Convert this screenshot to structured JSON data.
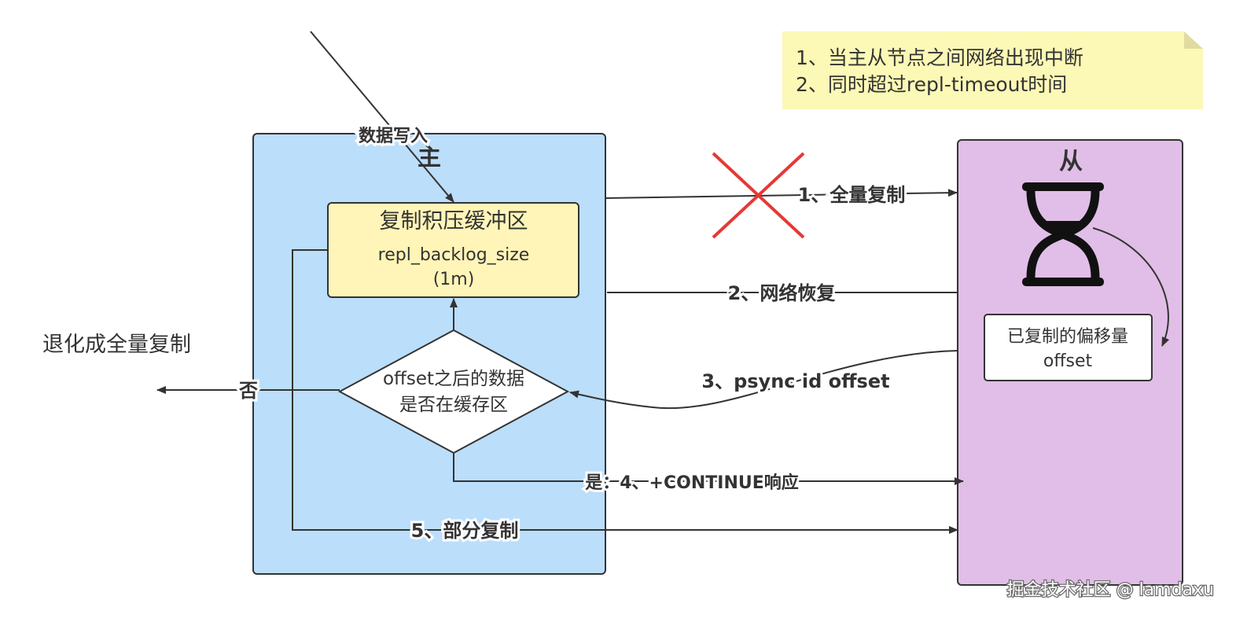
{
  "note": {
    "line1": "1、当主从节点之间网络出现中断",
    "line2": "2、同时超过repl-timeout时间"
  },
  "master": {
    "label": "主",
    "buffer": {
      "title": "复制积压缓冲区",
      "line1": "repl_backlog_size",
      "line2": "(1m)"
    },
    "decision": {
      "line1": "offset之后的数据",
      "line2": "是否在缓存区"
    }
  },
  "slave": {
    "label": "从",
    "offset_box": {
      "line1": "已复制的偏移量",
      "line2": "offset"
    }
  },
  "labels": {
    "data_write": "数据写入",
    "fallback": "退化成全量复制",
    "no": "否",
    "full_copy": "1、全量复制",
    "network_restore": "2、网络恢复",
    "psync": "3、psync id offset",
    "continue": "是：4、+CONTINUE响应",
    "partial_copy": "5、部分复制"
  },
  "watermark": "掘金技术社区 @ lamdaxu",
  "colors": {
    "master_fill": "#bbdefb",
    "slave_fill": "#e1bee7",
    "buffer_fill": "#fff5b8",
    "note_fill": "#fcf8b6",
    "cross": "#e53935",
    "line": "#333333"
  }
}
